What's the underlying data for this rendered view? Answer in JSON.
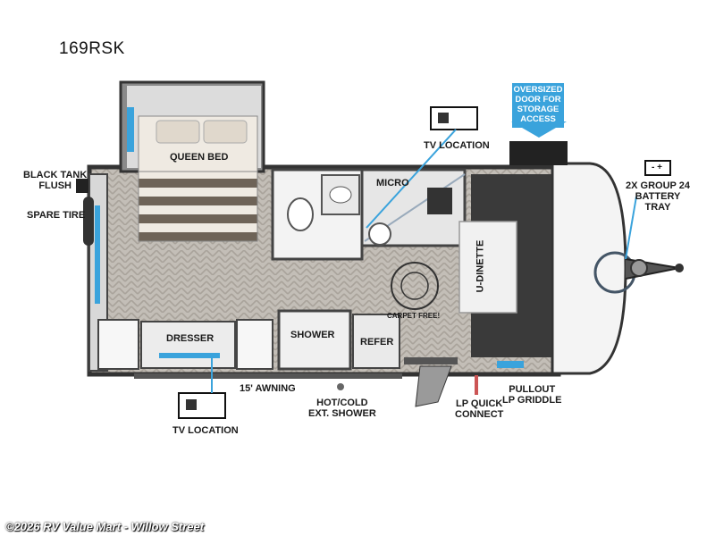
{
  "model": "169RSK",
  "labels": {
    "queen_bed": "QUEEN BED",
    "black_tank_flush": "BLACK TANK\nFLUSH",
    "spare_tire": "SPARE TIRE",
    "micro": "MICRO",
    "tv_location_top": "TV LOCATION",
    "oversized_door": "OVERSIZED\nDOOR FOR\nSTORAGE\nACCESS",
    "battery_tray": "2X GROUP 24\nBATTERY\nTRAY",
    "u_dinette": "U-DINETTE",
    "carpet_free": "CARPET FREE!",
    "dresser": "DRESSER",
    "shower": "SHOWER",
    "refer": "REFER",
    "awning": "15' AWNING",
    "ext_shower": "HOT/COLD\nEXT. SHOWER",
    "lp_quick_connect": "LP QUICK\nCONNECT",
    "lp_griddle": "PULLOUT\nLP GRIDDLE",
    "tv_location_bottom": "TV LOCATION",
    "battery_symbols": "- +"
  },
  "watermark": "©2026 RV Value Mart - Willow Street",
  "colors": {
    "floor": "#bdb8b1",
    "wall": "#4a4a4a",
    "accent_blue": "#3aa3dc",
    "dinette": "#3a3a3a",
    "counter": "#e6e6e6"
  }
}
